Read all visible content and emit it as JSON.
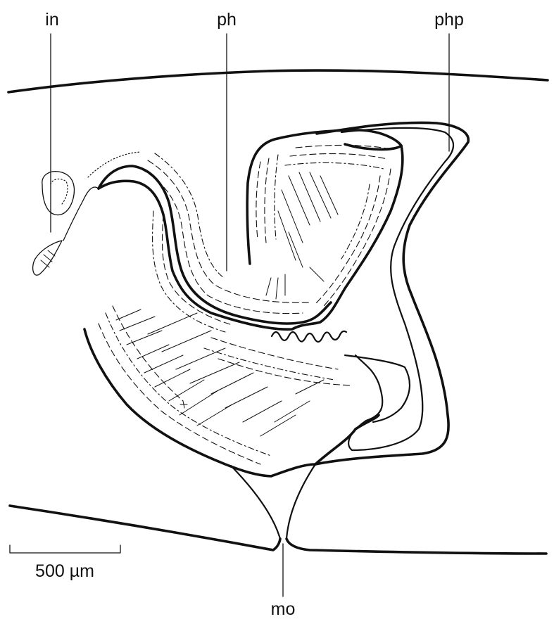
{
  "labels": {
    "in": "in",
    "ph": "ph",
    "php": "php",
    "mo": "mo"
  },
  "scale_bar": {
    "text": "500 µm"
  },
  "colors": {
    "ink": "#111111",
    "background": "#ffffff"
  }
}
